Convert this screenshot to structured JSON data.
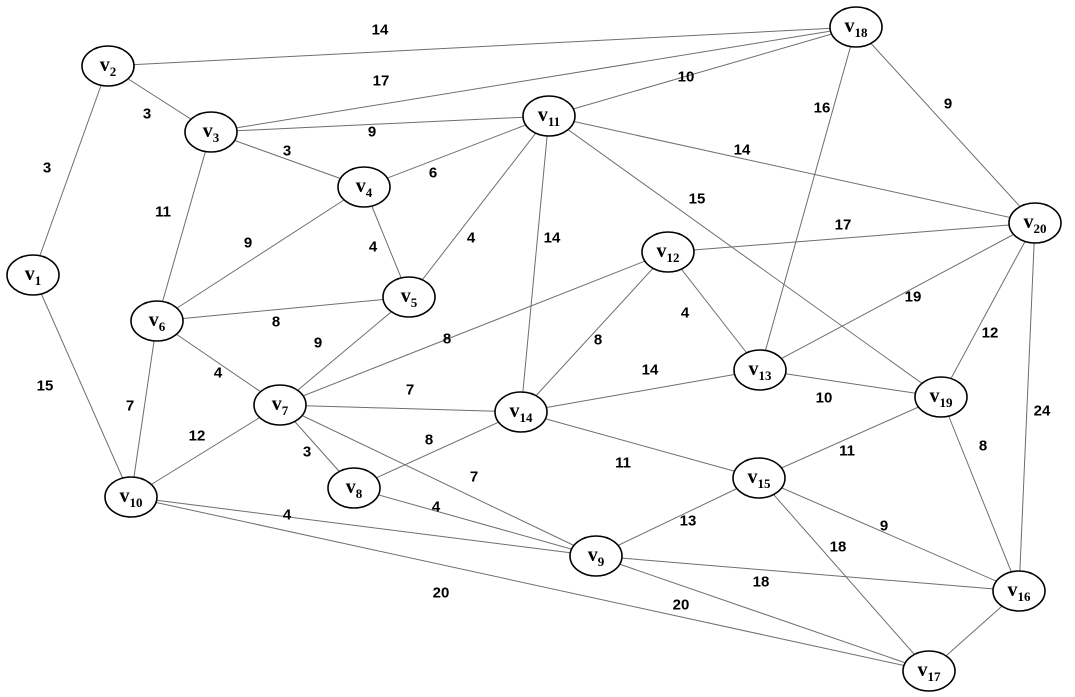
{
  "graph": {
    "nodes": [
      {
        "id": "v1",
        "prefix": "v",
        "sub": "1"
      },
      {
        "id": "v2",
        "prefix": "v",
        "sub": "2"
      },
      {
        "id": "v3",
        "prefix": "v",
        "sub": "3"
      },
      {
        "id": "v4",
        "prefix": "v",
        "sub": "4"
      },
      {
        "id": "v5",
        "prefix": "v",
        "sub": "5"
      },
      {
        "id": "v6",
        "prefix": "v",
        "sub": "6"
      },
      {
        "id": "v7",
        "prefix": "v",
        "sub": "7"
      },
      {
        "id": "v8",
        "prefix": "v",
        "sub": "8"
      },
      {
        "id": "v9",
        "prefix": "v",
        "sub": "9"
      },
      {
        "id": "v10",
        "prefix": "v",
        "sub": "10"
      },
      {
        "id": "v11",
        "prefix": "v",
        "sub": "11"
      },
      {
        "id": "v12",
        "prefix": "v",
        "sub": "12"
      },
      {
        "id": "v13",
        "prefix": "v",
        "sub": "13"
      },
      {
        "id": "v14",
        "prefix": "v",
        "sub": "14"
      },
      {
        "id": "v15",
        "prefix": "v",
        "sub": "15"
      },
      {
        "id": "v16",
        "prefix": "v",
        "sub": "16"
      },
      {
        "id": "v17",
        "prefix": "v",
        "sub": "17"
      },
      {
        "id": "v18",
        "prefix": "v",
        "sub": "18"
      },
      {
        "id": "v19",
        "prefix": "v",
        "sub": "19"
      },
      {
        "id": "v20",
        "prefix": "v",
        "sub": "20"
      }
    ],
    "edges": [
      {
        "from": "v1",
        "to": "v2",
        "weight": "3"
      },
      {
        "from": "v1",
        "to": "v10",
        "weight": "15"
      },
      {
        "from": "v2",
        "to": "v18",
        "weight": "14"
      },
      {
        "from": "v2",
        "to": "v3",
        "weight": "3"
      },
      {
        "from": "v3",
        "to": "v18",
        "weight": "17"
      },
      {
        "from": "v3",
        "to": "v11",
        "weight": "9"
      },
      {
        "from": "v3",
        "to": "v4",
        "weight": "3"
      },
      {
        "from": "v3",
        "to": "v6",
        "weight": "11"
      },
      {
        "from": "v4",
        "to": "v11",
        "weight": "6"
      },
      {
        "from": "v4",
        "to": "v5",
        "weight": "4"
      },
      {
        "from": "v4",
        "to": "v6",
        "weight": "9"
      },
      {
        "from": "v5",
        "to": "v11",
        "weight": "4"
      },
      {
        "from": "v5",
        "to": "v6",
        "weight": "8"
      },
      {
        "from": "v5",
        "to": "v7",
        "weight": "9"
      },
      {
        "from": "v6",
        "to": "v7",
        "weight": "4"
      },
      {
        "from": "v6",
        "to": "v10",
        "weight": "7"
      },
      {
        "from": "v7",
        "to": "v10",
        "weight": "12"
      },
      {
        "from": "v7",
        "to": "v8",
        "weight": "3"
      },
      {
        "from": "v7",
        "to": "v14",
        "weight": "7"
      },
      {
        "from": "v7",
        "to": "v12",
        "weight": "8"
      },
      {
        "from": "v7",
        "to": "v9",
        "weight": "7"
      },
      {
        "from": "v8",
        "to": "v14",
        "weight": "8"
      },
      {
        "from": "v8",
        "to": "v9",
        "weight": "4"
      },
      {
        "from": "v9",
        "to": "v10",
        "weight": "4"
      },
      {
        "from": "v9",
        "to": "v15",
        "weight": "13"
      },
      {
        "from": "v9",
        "to": "v16",
        "weight": "18"
      },
      {
        "from": "v9",
        "to": "v17",
        "weight": "20"
      },
      {
        "from": "v10",
        "to": "v17",
        "weight": "20"
      },
      {
        "from": "v11",
        "to": "v18",
        "weight": "10"
      },
      {
        "from": "v11",
        "to": "v14",
        "weight": "14"
      },
      {
        "from": "v11",
        "to": "v20",
        "weight": "14"
      },
      {
        "from": "v11",
        "to": "v19",
        "weight": "15"
      },
      {
        "from": "v12",
        "to": "v20",
        "weight": "17"
      },
      {
        "from": "v12",
        "to": "v14",
        "weight": "8"
      },
      {
        "from": "v12",
        "to": "v13",
        "weight": "4"
      },
      {
        "from": "v13",
        "to": "v18",
        "weight": "16"
      },
      {
        "from": "v13",
        "to": "v14",
        "weight": "14"
      },
      {
        "from": "v13",
        "to": "v19",
        "weight": "10"
      },
      {
        "from": "v13",
        "to": "v20",
        "weight": "19"
      },
      {
        "from": "v14",
        "to": "v15",
        "weight": "11"
      },
      {
        "from": "v15",
        "to": "v19",
        "weight": "11"
      },
      {
        "from": "v15",
        "to": "v16",
        "weight": "9"
      },
      {
        "from": "v15",
        "to": "v17",
        "weight": "18"
      },
      {
        "from": "v16",
        "to": "v17",
        "weight": ""
      },
      {
        "from": "v16",
        "to": "v19",
        "weight": "8"
      },
      {
        "from": "v16",
        "to": "v20",
        "weight": "24"
      },
      {
        "from": "v18",
        "to": "v20",
        "weight": "9"
      },
      {
        "from": "v19",
        "to": "v20",
        "weight": "12"
      }
    ]
  }
}
